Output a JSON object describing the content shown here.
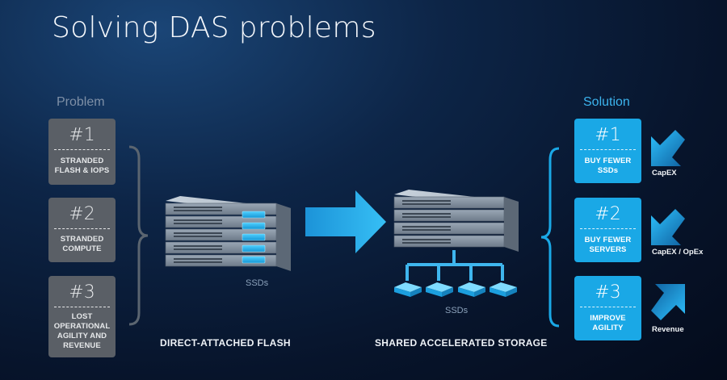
{
  "title": "Solving DAS problems",
  "problem": {
    "heading": "Problem",
    "cards": [
      {
        "num": "#1",
        "text": [
          "STRANDED",
          "FLASH & IOPS"
        ]
      },
      {
        "num": "#2",
        "text": [
          "STRANDED",
          "COMPUTE"
        ]
      },
      {
        "num": "#3",
        "text": [
          "LOST",
          "OPERATIONAL",
          "AGILITY AND",
          "REVENUE"
        ]
      }
    ]
  },
  "solution": {
    "heading": "Solution",
    "cards": [
      {
        "num": "#1",
        "text": [
          "BUY FEWER",
          "SSDs"
        ],
        "impact": "CapEX"
      },
      {
        "num": "#2",
        "text": [
          "BUY FEWER",
          "SERVERS"
        ],
        "impact": "CapEX / OpEx"
      },
      {
        "num": "#3",
        "text": [
          "IMPROVE",
          "AGILITY"
        ],
        "impact": "Revenue"
      }
    ]
  },
  "diagram": {
    "left_label": "DIRECT-ATTACHED FLASH",
    "right_label": "SHARED ACCELERATED STORAGE",
    "ssd_label_left": "SSDs",
    "ssd_label_right": "SSDs"
  },
  "colors": {
    "accent": "#1aa8e6",
    "problem_card": "#5a5f66",
    "background": "#0b1f3e"
  },
  "icons": [
    "server-rack-icon",
    "ssd-icon",
    "right-arrow-icon",
    "down-left-arrow-icon",
    "up-right-arrow-icon"
  ]
}
